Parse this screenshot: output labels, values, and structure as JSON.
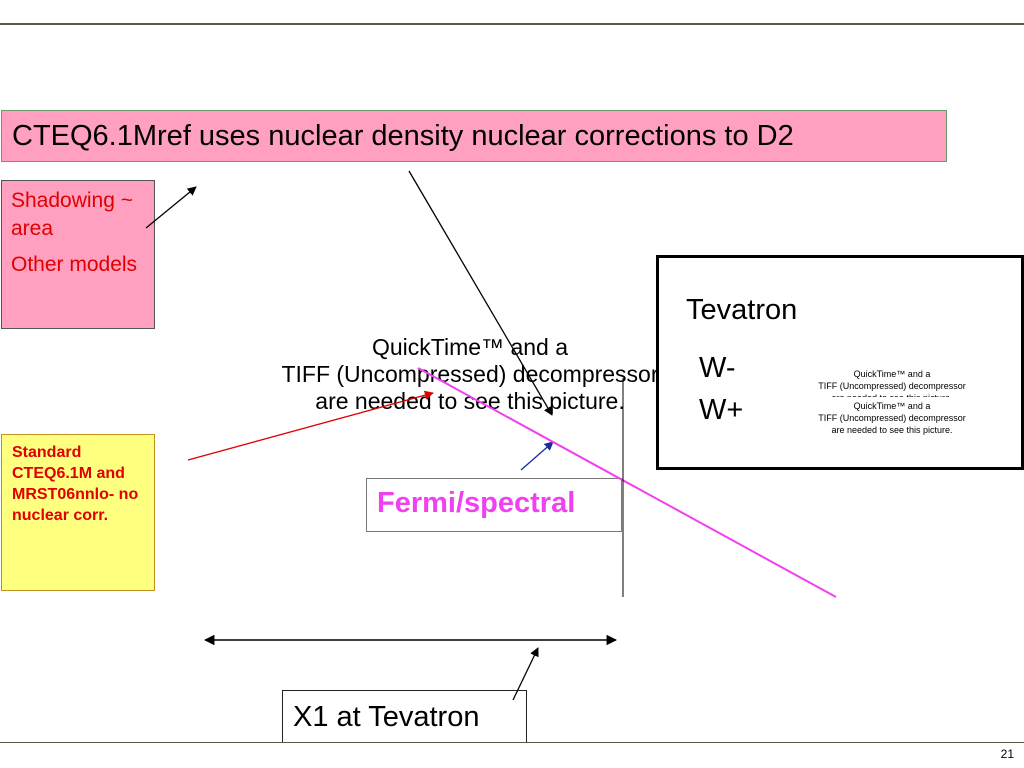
{
  "title": "CTEQ6.1Mref uses nuclear density nuclear corrections to D2",
  "shadowing_box": {
    "line1": "Shadowing ~ area",
    "line2": "Other models"
  },
  "standard_box": {
    "text": "Standard CTEQ6.1M and MRST06nnlo- no nuclear corr."
  },
  "fermi_label": "Fermi/spectral",
  "x1_label": "X1 at Tevatron",
  "tevatron_box": {
    "title": "Tevatron",
    "wminus": "W-",
    "wplus": "W+",
    "qt_upper": [
      "QuickTime™ and a",
      "TIFF (Uncompressed) decompressor",
      "are needed to see this picture."
    ],
    "qt_lower": [
      "QuickTime™ and a",
      "TIFF (Uncompressed) decompressor",
      "are needed to see this picture."
    ]
  },
  "quicktime_placeholder": [
    "QuickTime™ and a",
    "TIFF (Uncompressed) decompressor",
    "are needed to see this picture."
  ],
  "slide_number": "21",
  "colors": {
    "pink_box": "#ffa0c0",
    "yellow_box": "#ffff80",
    "red_text": "#e00000",
    "magenta": "#f040f0",
    "arrow_blue": "#1a2aa0"
  }
}
